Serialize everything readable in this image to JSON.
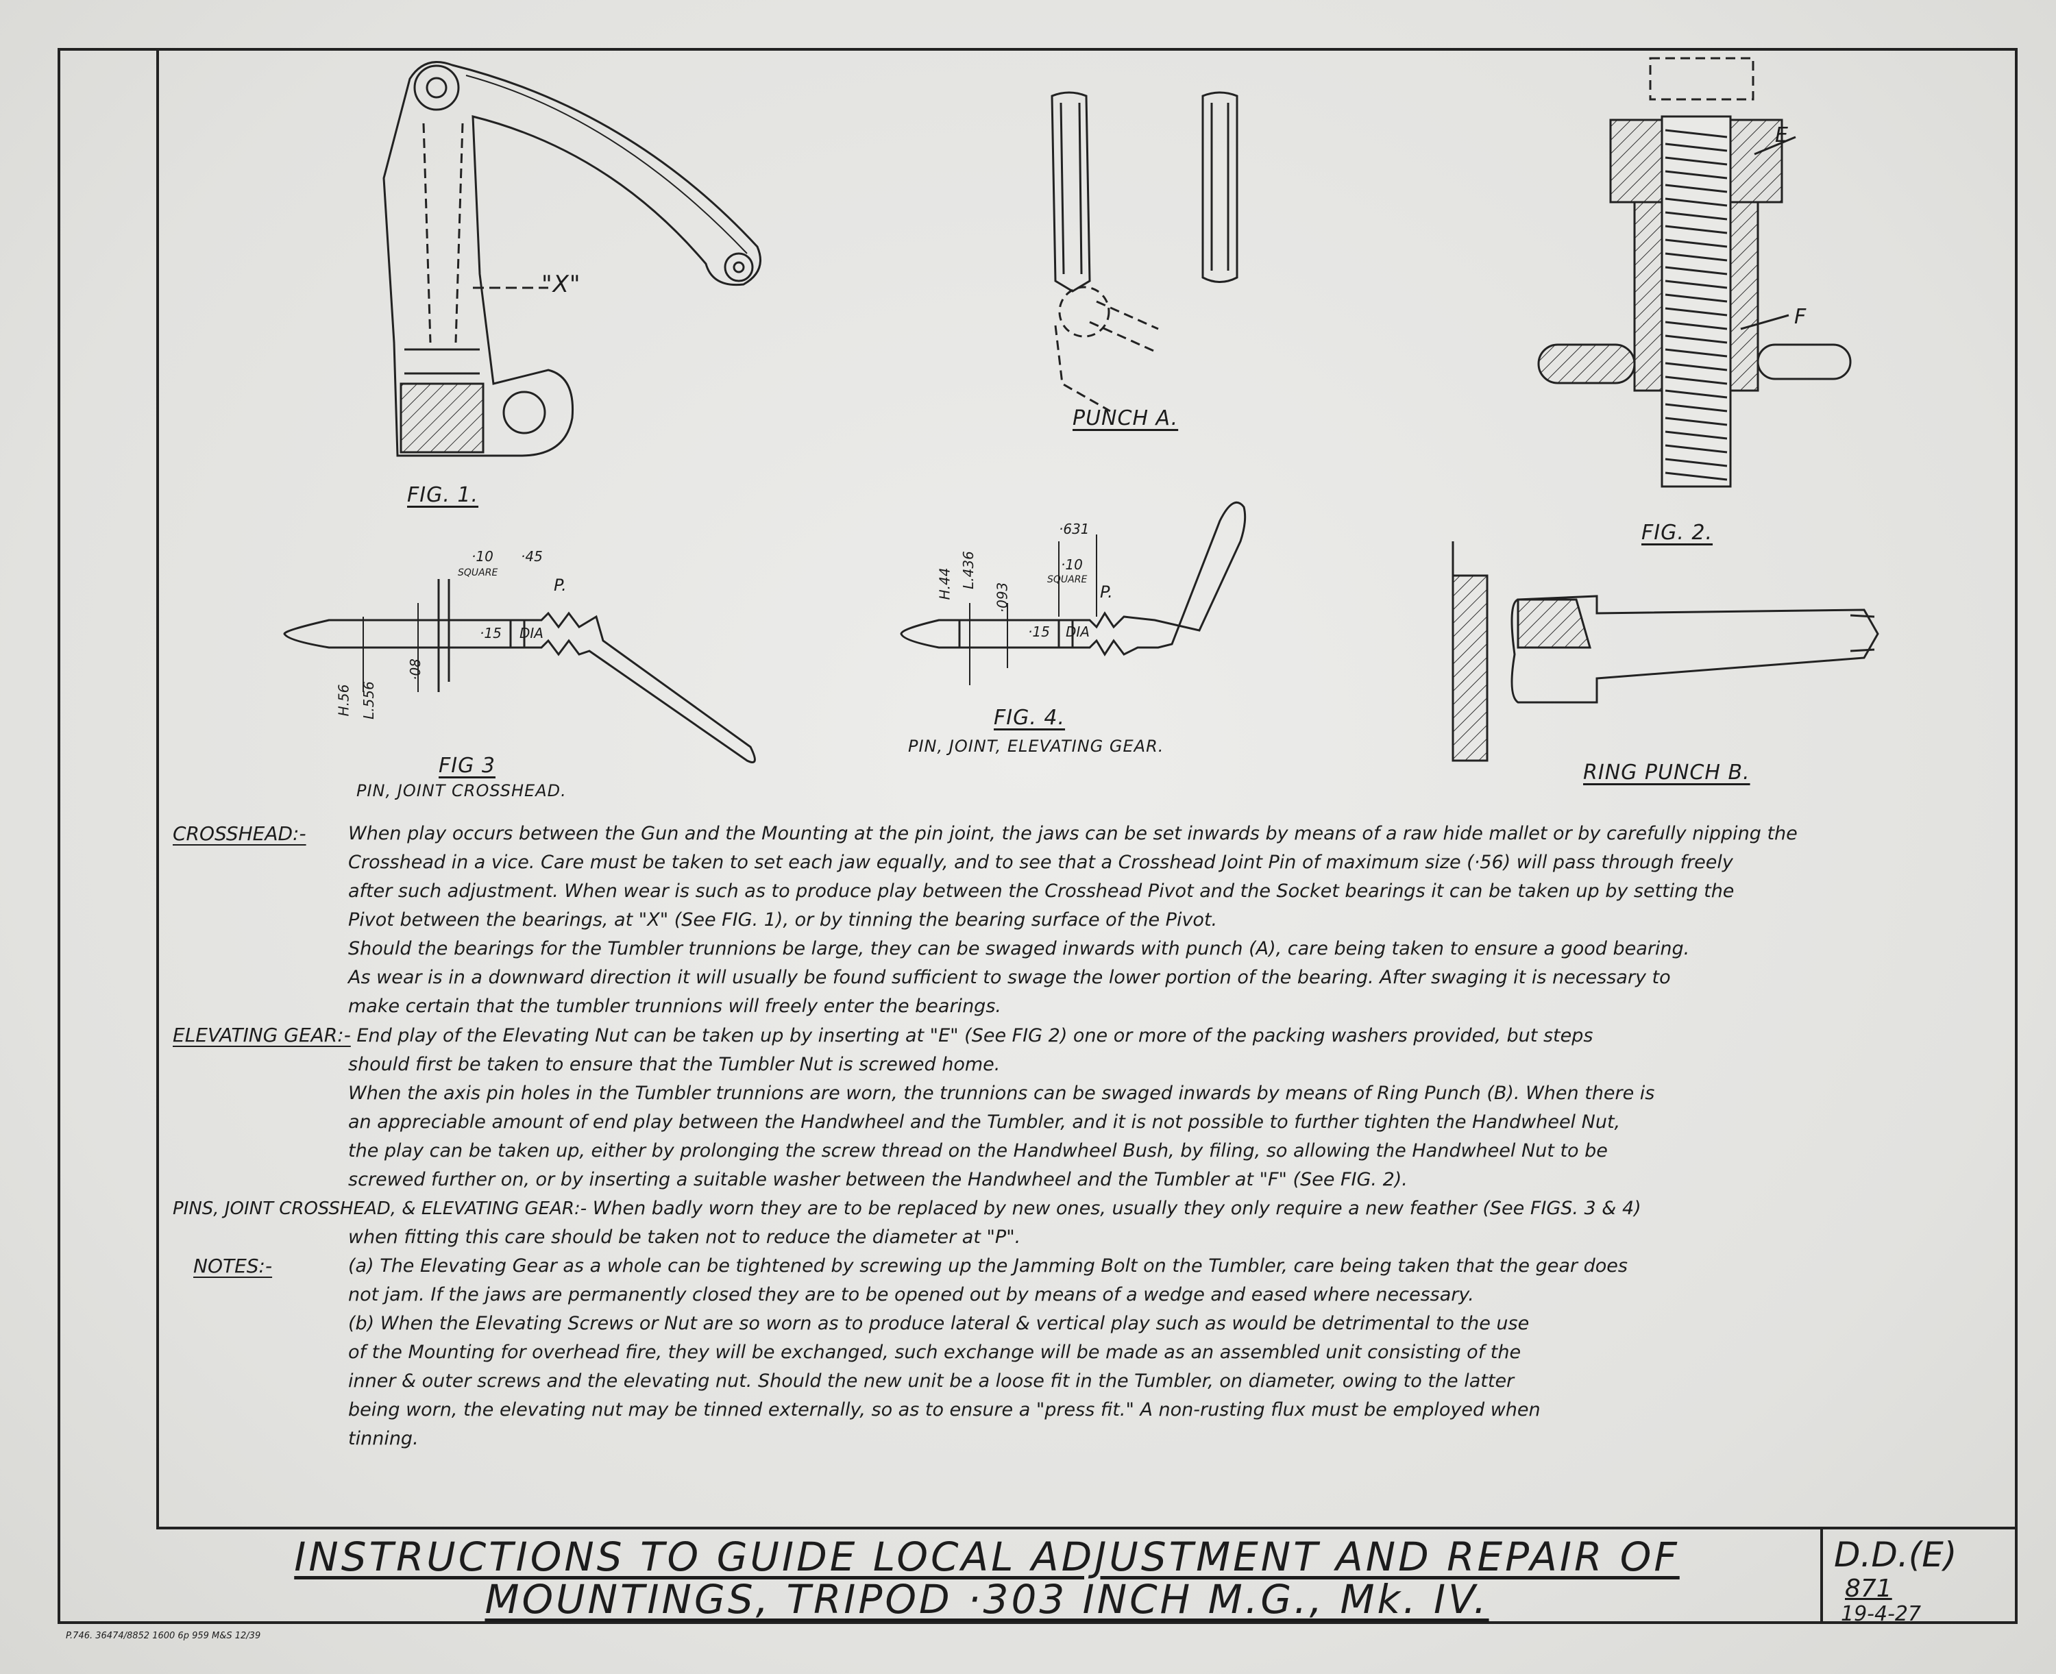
{
  "figures": {
    "fig1": "FIG. 1.",
    "fig1_x": "\"X\"",
    "punch_a": "PUNCH A.",
    "fig2": "FIG. 2.",
    "fig2_e": "E",
    "fig2_f": "F",
    "fig3": "FIG 3",
    "fig3_sub": "PIN, JOINT CROSSHEAD.",
    "fig4": "FIG. 4.",
    "fig4_sub": "PIN, JOINT, ELEVATING GEAR.",
    "ring_punch_b": "RING PUNCH B.",
    "fig3_dims": [
      "·10",
      "SQUARE",
      "·45",
      "P.",
      "·15",
      "DIA",
      "H.56",
      "L.556",
      "·08"
    ],
    "fig4_dims": [
      "H.44",
      "L.436",
      "·093",
      "·10",
      "SQUARE",
      "·631",
      "P.",
      "·15",
      "DIA"
    ]
  },
  "sections": [
    {
      "heading": "CROSSHEAD:-",
      "lines": [
        "When play occurs between the Gun and the Mounting at the pin joint, the jaws can be set inwards by means of a raw hide mallet or by carefully nipping the",
        "Crosshead in a vice. Care must be taken to set each jaw equally, and to see that a Crosshead Joint Pin of maximum size (·56) will pass through freely",
        "after such adjustment.  When wear is such as to produce play between the Crosshead Pivot and the Socket bearings it can be taken up by setting the",
        "Pivot between the bearings, at \"X\" (See FIG. 1), or by tinning the bearing surface of the Pivot.",
        "Should the bearings for the Tumbler trunnions be large, they can be swaged inwards with punch (A), care being taken to ensure a good bearing.",
        "As wear is in a downward direction it will usually be found sufficient to swage the lower portion of the bearing. After swaging it is necessary to",
        "make certain that the tumbler trunnions will freely enter the bearings."
      ]
    },
    {
      "heading": "ELEVATING GEAR:-",
      "first": "End play of the Elevating Nut can be taken up by inserting at \"E\" (See FIG 2) one or more of the packing washers provided, but steps",
      "lines": [
        "should first be taken to ensure that the Tumbler Nut is screwed home.",
        "When the axis pin holes in the Tumbler trunnions are worn, the trunnions can be swaged inwards by means of Ring Punch (B). When there is",
        "an appreciable amount of end play between the Handwheel and the Tumbler, and it is not possible to further tighten the Handwheel Nut,",
        "the play can be taken up, either by prolonging the screw thread on the Handwheel Bush, by filing, so allowing the Handwheel Nut to be",
        "screwed further on, or by inserting a suitable washer between the Handwheel and the Tumbler at \"F\" (See FIG. 2)."
      ]
    },
    {
      "heading": "PINS, JOINT CROSSHEAD, & ELEVATING GEAR:-",
      "first": "When badly worn they are to be replaced by new ones, usually they only require a new feather (See FIGS. 3 & 4)",
      "lines": [
        "when fitting this care should be taken not to reduce the diameter at \"P\"."
      ]
    },
    {
      "heading": "NOTES:-",
      "lines": [
        "(a)  The Elevating Gear as a whole can be tightened by screwing up the Jamming Bolt on the Tumbler, care being taken that the gear does",
        "not jam. If the jaws are permanently closed they are to be opened out by means of a wedge and eased where necessary.",
        "(b) When the Elevating Screws or Nut are so worn as to produce lateral & vertical play such as would be detrimental to the use",
        "of the Mounting for overhead fire, they will be exchanged, such exchange will be made as an assembled unit consisting of the",
        "inner & outer screws and the elevating nut. Should the new unit be a loose fit in the Tumbler, on diameter, owing to the latter",
        "being worn, the elevating nut may be tinned externally, so as to ensure a \"press fit.\" A non-rusting flux must be employed when",
        "tinning."
      ]
    }
  ],
  "title": {
    "line1": "INSTRUCTIONS TO GUIDE LOCAL ADJUSTMENT AND REPAIR OF",
    "line2": "MOUNTINGS, TRIPOD ·303 INCH M.G., Mk. IV."
  },
  "reference": {
    "code": "D.D.(E)",
    "number": "871",
    "date": "19-4-27"
  },
  "printer_mark": "P.746. 36474/8852 1600 6p 959 M&S 12/39"
}
